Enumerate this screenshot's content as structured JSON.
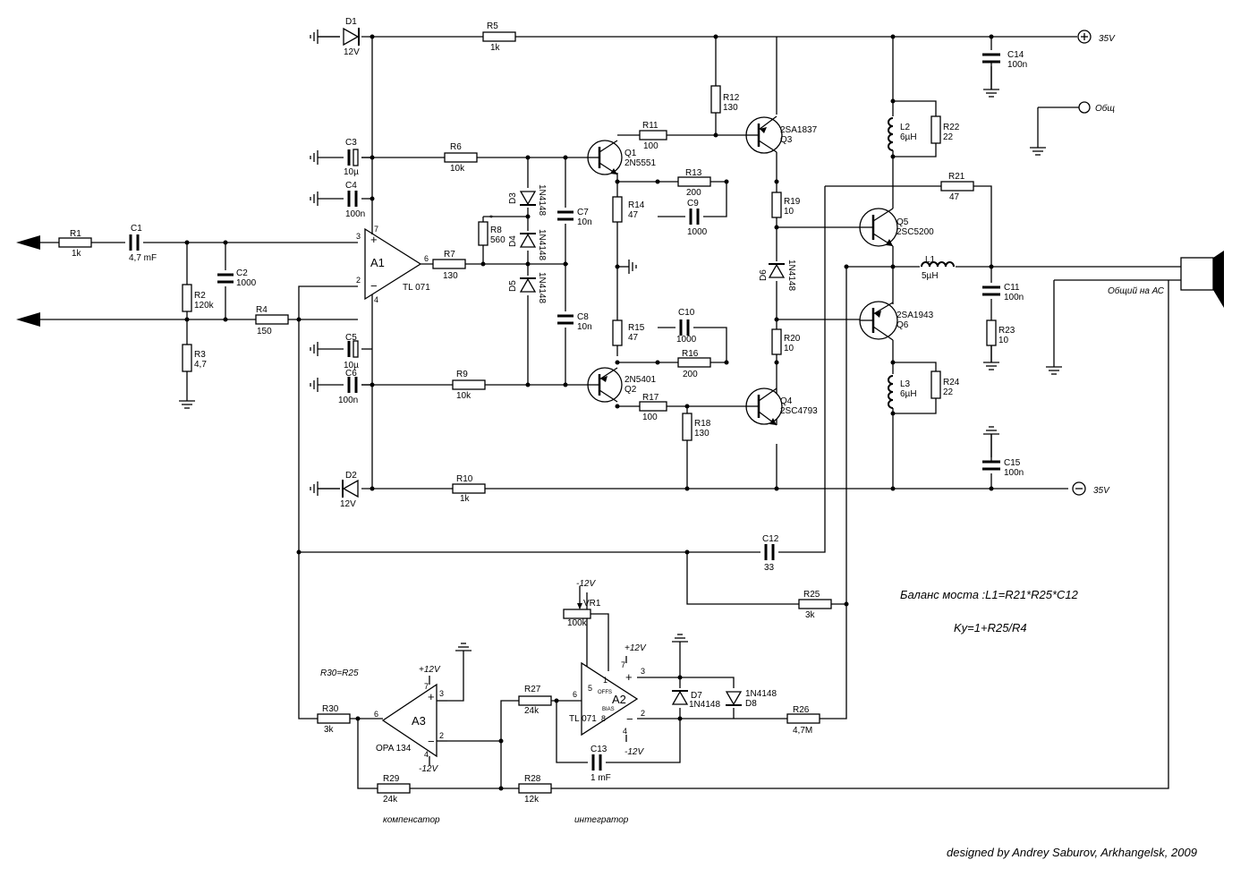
{
  "components": {
    "D1": {
      "ref": "D1",
      "value": "12V"
    },
    "D2": {
      "ref": "D2",
      "value": "12V"
    },
    "R5": {
      "ref": "R5",
      "value": "1k"
    },
    "R10": {
      "ref": "R10",
      "value": "1k"
    },
    "C14": {
      "ref": "C14",
      "value": "100n"
    },
    "C15": {
      "ref": "C15",
      "value": "100n"
    },
    "R12": {
      "ref": "R12",
      "value": "130"
    },
    "R11": {
      "ref": "R11",
      "value": "100"
    },
    "Q3": {
      "ref": "Q3",
      "value": "2SA1837"
    },
    "Q1": {
      "ref": "Q1",
      "value": "2N5551"
    },
    "C3": {
      "ref": "C3",
      "value": "10µ"
    },
    "C4": {
      "ref": "C4",
      "value": "100n"
    },
    "C5": {
      "ref": "C5",
      "value": "10µ"
    },
    "C6": {
      "ref": "C6",
      "value": "100n"
    },
    "R6": {
      "ref": "R6",
      "value": "10k"
    },
    "R9": {
      "ref": "R9",
      "value": "10k"
    },
    "R13": {
      "ref": "R13",
      "value": "200"
    },
    "C9": {
      "ref": "C9",
      "value": "1000"
    },
    "R14": {
      "ref": "R14",
      "value": "47"
    },
    "R15": {
      "ref": "R15",
      "value": "47"
    },
    "R19": {
      "ref": "R19",
      "value": "10"
    },
    "R20": {
      "ref": "R20",
      "value": "10"
    },
    "L2": {
      "ref": "L2",
      "value": "6µH"
    },
    "L3": {
      "ref": "L3",
      "value": "6µH"
    },
    "R22": {
      "ref": "R22",
      "value": "22"
    },
    "R24": {
      "ref": "R24",
      "value": "22"
    },
    "R21": {
      "ref": "R21",
      "value": "47"
    },
    "Q5": {
      "ref": "Q5",
      "value": "2SC5200"
    },
    "Q6": {
      "ref": "Q6",
      "value": "2SA1943"
    },
    "L1": {
      "ref": "L1",
      "value": "5µH"
    },
    "C11": {
      "ref": "C11",
      "value": "100n"
    },
    "R23": {
      "ref": "R23",
      "value": "10"
    },
    "R1": {
      "ref": "R1",
      "value": "1k"
    },
    "C1": {
      "ref": "C1",
      "value": "4,7 mF"
    },
    "R2": {
      "ref": "R2",
      "value": "120k"
    },
    "R3": {
      "ref": "R3",
      "value": "4,7"
    },
    "C2": {
      "ref": "C2",
      "value": "1000"
    },
    "R4": {
      "ref": "R4",
      "value": "150"
    },
    "A1": {
      "ref": "A1",
      "value": "TL 071"
    },
    "R7": {
      "ref": "R7",
      "value": "130"
    },
    "R8": {
      "ref": "R8",
      "value": "560"
    },
    "D3": {
      "ref": "D3",
      "value": "1N4148"
    },
    "D4": {
      "ref": "D4",
      "value": "1N4148"
    },
    "D5": {
      "ref": "D5",
      "value": "1N4148"
    },
    "C7": {
      "ref": "C7",
      "value": "10n"
    },
    "C8": {
      "ref": "C8",
      "value": "10n"
    },
    "D6": {
      "ref": "D6",
      "value": "1N4148"
    },
    "C10": {
      "ref": "C10",
      "value": "1000"
    },
    "R16": {
      "ref": "R16",
      "value": "200"
    },
    "Q2": {
      "ref": "Q2",
      "value": "2N5401"
    },
    "R17": {
      "ref": "R17",
      "value": "100"
    },
    "R18": {
      "ref": "R18",
      "value": "130"
    },
    "Q4": {
      "ref": "Q4",
      "value": "2SC4793"
    },
    "C12": {
      "ref": "C12",
      "value": "33"
    },
    "R25": {
      "ref": "R25",
      "value": "3k"
    },
    "VR1": {
      "ref": "VR1",
      "value": "100k"
    },
    "A2": {
      "ref": "A2",
      "value": "TL 071"
    },
    "A3": {
      "ref": "A3",
      "value": "OPA 134"
    },
    "R27": {
      "ref": "R27",
      "value": "24k"
    },
    "R30": {
      "ref": "R30",
      "value": "3k"
    },
    "R29": {
      "ref": "R29",
      "value": "24k"
    },
    "R28": {
      "ref": "R28",
      "value": "12k"
    },
    "C13": {
      "ref": "C13",
      "value": "1 mF"
    },
    "D7": {
      "ref": "D7",
      "value": "1N4148"
    },
    "D8": {
      "ref": "D8",
      "value": "1N4148"
    },
    "R26": {
      "ref": "R26",
      "value": "4,7M"
    }
  },
  "pins": {
    "a1_7": "7",
    "a1_3": "3",
    "a1_2": "2",
    "a1_4": "4",
    "a1_6": "6",
    "a2_7": "7",
    "a2_6": "6",
    "a2_1": "1",
    "a2_5": "5",
    "a2_3": "3",
    "a2_2": "2",
    "a2_4": "4",
    "a2_8": "8",
    "a3_7": "7",
    "a3_3": "3",
    "a3_6": "6",
    "a3_2": "2",
    "a3_4": "4",
    "offs": "OFFS",
    "bias": "BIAS"
  },
  "rails": {
    "pos35": "35V",
    "neg35": "35V",
    "pos12_a2": "+12V",
    "neg12_a2": "-12V",
    "neg12_vr": "-12V",
    "pos12_a3": "+12V",
    "neg12_a3": "-12V"
  },
  "labels": {
    "common": "Общ",
    "speaker_common": "Общий на АС",
    "compensator": "компенсатор",
    "integrator": "интегратор",
    "r30_note": "R30=R25",
    "balance_note": "Баланс моста :L1=R21*R25*C12",
    "gain_note": "Ky=1+R25/R4",
    "credit": "designed by Andrey Saburov, Arkhangelsk, 2009"
  }
}
